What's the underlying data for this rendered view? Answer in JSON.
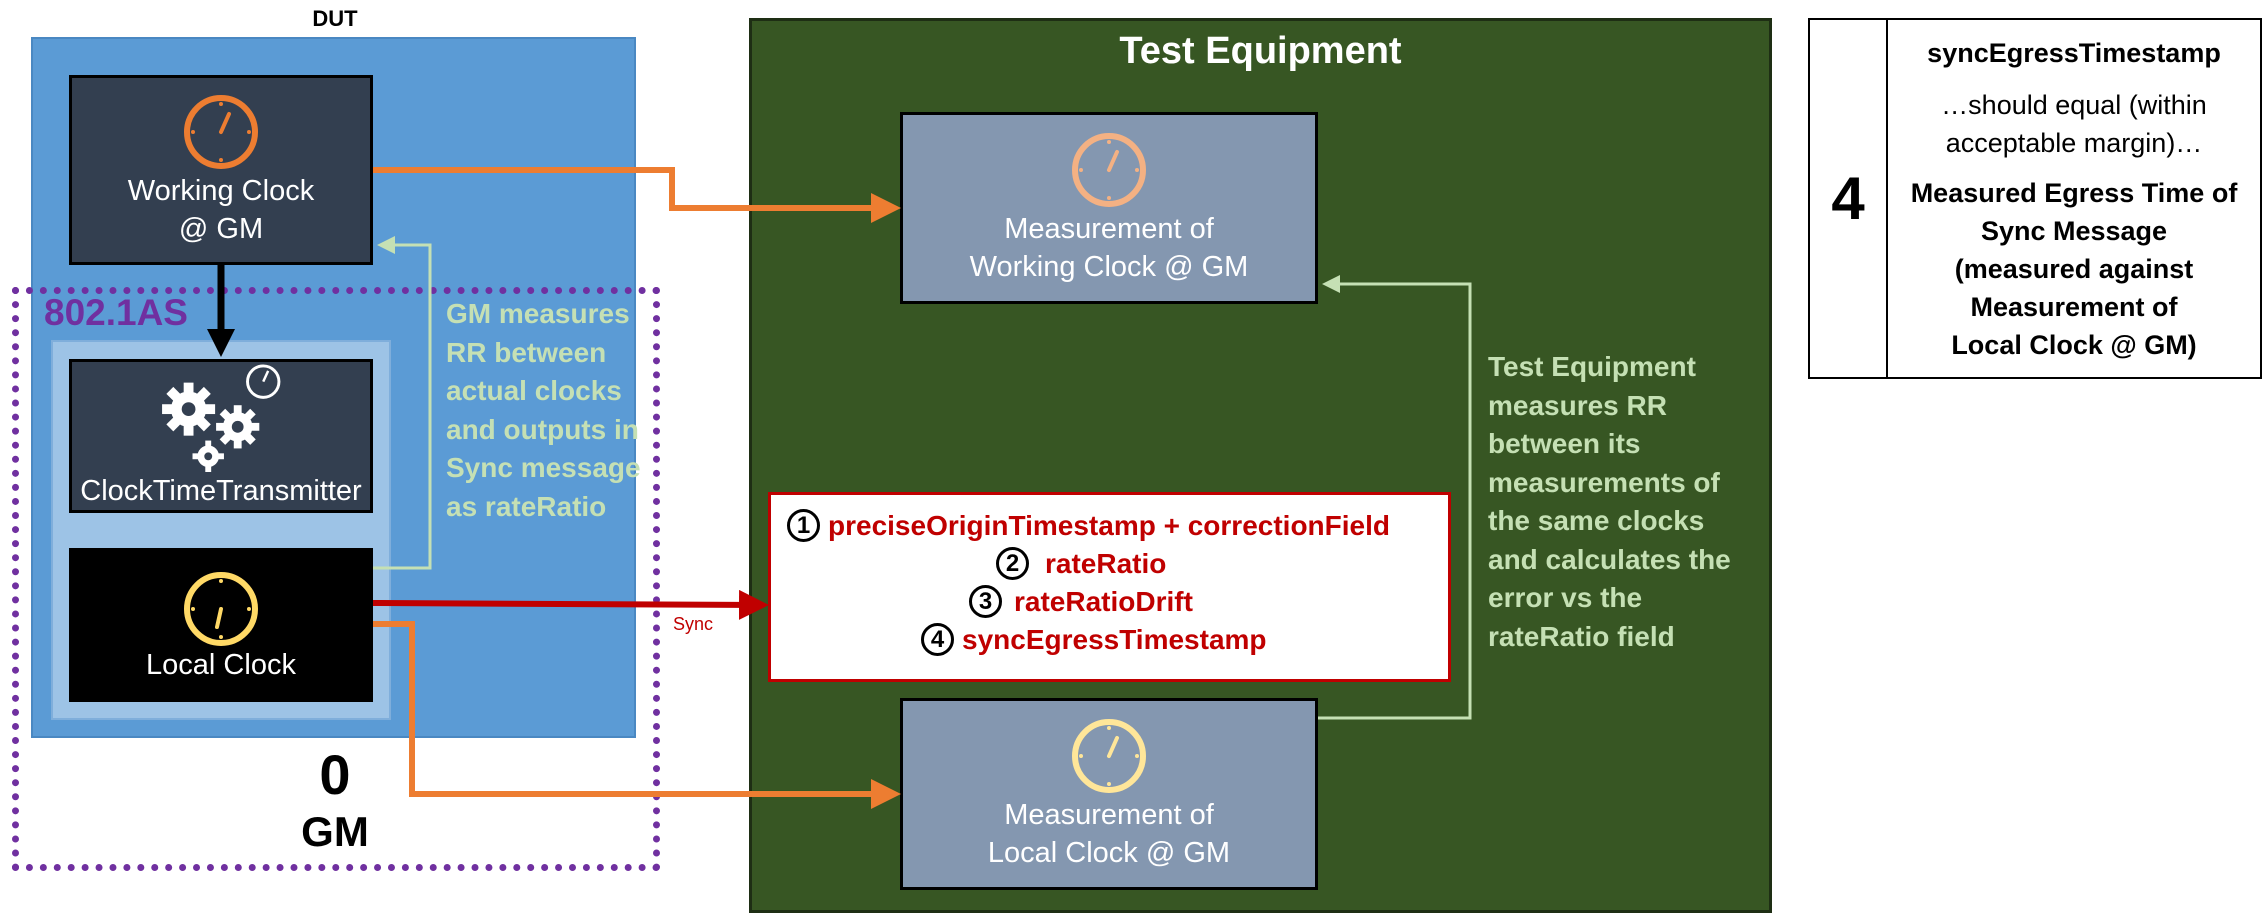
{
  "dut": {
    "title": "DUT",
    "domain_label": "802.1AS",
    "gm_number": "0",
    "gm_label": "GM",
    "working_clock": {
      "line1": "Working Clock",
      "line2": "@ GM"
    },
    "clock_time_transmitter": "ClockTimeTransmitter",
    "local_clock": "Local Clock",
    "gm_note": "GM measures RR between actual clocks and outputs in Sync message as rateRatio"
  },
  "test_equipment": {
    "title": "Test Equipment",
    "meas_working": {
      "line1": "Measurement of",
      "line2": "Working Clock @ GM"
    },
    "meas_local": {
      "line1": "Measurement of",
      "line2": "Local Clock @ GM"
    },
    "note": "Test Equipment measures RR between its measurements of the same clocks and calculates the error vs the rateRatio field"
  },
  "sync_message": {
    "label": "Sync",
    "fields": [
      {
        "num": "1",
        "text": "preciseOriginTimestamp + correctionField"
      },
      {
        "num": "2",
        "text": "rateRatio"
      },
      {
        "num": "3",
        "text": "rateRatioDrift"
      },
      {
        "num": "4",
        "text": "syncEgressTimestamp"
      }
    ]
  },
  "table": {
    "number": "4",
    "header": "syncEgressTimestamp",
    "middle": [
      "…should equal (within",
      "acceptable margin)…"
    ],
    "bottom": [
      "Measured Egress Time of",
      "Sync Message",
      "(measured against",
      "Measurement of",
      "Local Clock @ GM)"
    ]
  },
  "colors": {
    "dut_blue": "#5b9bd5",
    "inner_blue": "#9dc3e6",
    "dark_box": "#333f50",
    "te_green": "#375623",
    "meas_box": "#8497b0",
    "note_green": "#c5e0b4",
    "purple": "#7030a0",
    "red": "#c00000",
    "orange": "#ed7d31",
    "clock_orange": "#ed7d31",
    "clock_peach": "#f4b183",
    "clock_yellow": "#ffd966"
  }
}
